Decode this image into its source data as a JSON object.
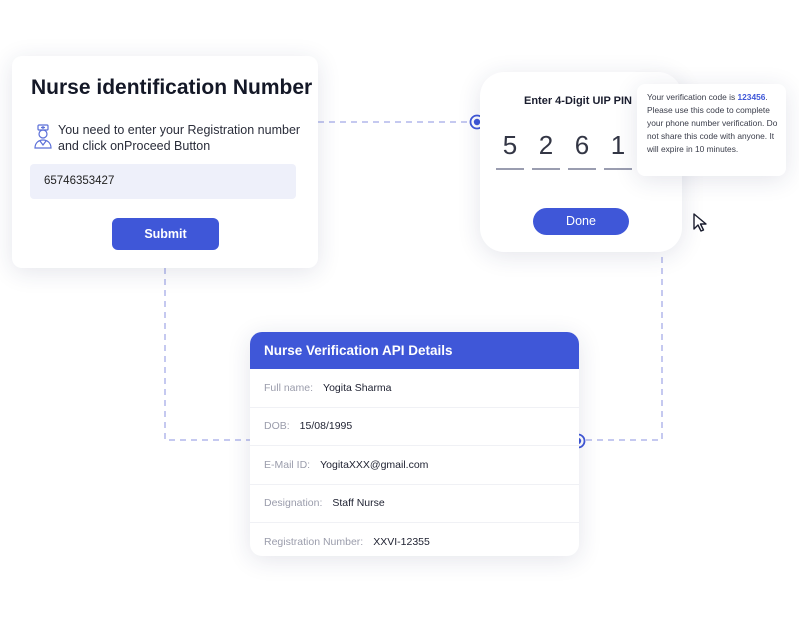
{
  "id_card": {
    "title": "Nurse identification Number",
    "instruction": "You need to enter your Registration number and click onProceed Button",
    "registration_value": "65746353427",
    "submit_label": "Submit",
    "icon": "nurse-icon"
  },
  "pin_card": {
    "title": "Enter 4-Digit UIP PIN",
    "digits": [
      "5",
      "2",
      "6",
      "1"
    ],
    "done_label": "Done"
  },
  "tooltip": {
    "prefix": "Your verification code is ",
    "code": "123456",
    "suffix": ". Please use this code to complete your phone number verification. Do not share this code with anyone. It will expire in 10 minutes."
  },
  "details_card": {
    "title": "Nurse Verification API Details",
    "rows": [
      {
        "label": "Full name:",
        "value": "Yogita Sharma"
      },
      {
        "label": "DOB:",
        "value": "15/08/1995"
      },
      {
        "label": "E-Mail ID:",
        "value": "YogitaXXX@gmail.com"
      },
      {
        "label": "Designation:",
        "value": "Staff Nurse"
      },
      {
        "label": "Registration Number:",
        "value": "XXVI-12355"
      }
    ]
  },
  "colors": {
    "accent": "#3f57d8",
    "connector": "#c5c9f0"
  }
}
